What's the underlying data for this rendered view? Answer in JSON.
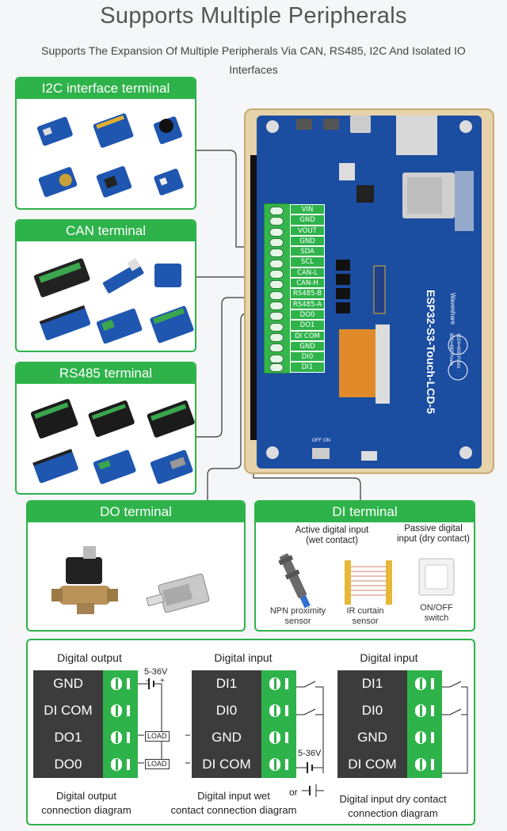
{
  "header": {
    "title": "Supports Multiple Peripherals",
    "subtitle": "Supports The Expansion Of Multiple Peripherals Via CAN, RS485, I2C And Isolated IO Interfaces"
  },
  "cards": {
    "i2c": "I2C interface terminal",
    "can": "CAN terminal",
    "rs485": "RS485 terminal",
    "do": "DO terminal",
    "di": "DI terminal"
  },
  "board": {
    "pins": [
      "VIN",
      "GND",
      "VOUT",
      "GND",
      "SDA",
      "SCL",
      "CAN-L",
      "CAN-H",
      "RS485-B",
      "RS485-A",
      "DO0",
      "DO1",
      "DI COM",
      "GND",
      "DI0",
      "DI1"
    ],
    "product": "ESP32-S3-Touch-LCD-5",
    "brand": "Waveshare",
    "res1": "800×480 Pixels",
    "res2": "1024×600 Pixels",
    "switch_off": "OFF",
    "switch_on": "ON"
  },
  "di_panel": {
    "active_title": "Active digital input\n(wet contact)",
    "passive_title": "Passive digital\ninput (dry contact)",
    "sensors": [
      {
        "label": "NPN proximity\nsensor"
      },
      {
        "label": "IR curtain\nsensor"
      },
      {
        "label": "ON/OFF\nswitch"
      }
    ]
  },
  "diagrams": {
    "output": {
      "title": "Digital output",
      "rows": [
        "GND",
        "DI COM",
        "DO1",
        "DO0"
      ],
      "voltage": "5-36V",
      "minus": "-",
      "plus": "+",
      "load1": "LOAD",
      "load2": "LOAD",
      "caption": "Digital output\nconnection diagram"
    },
    "wet": {
      "title": "Digital input",
      "rows": [
        "DI1",
        "DI0",
        "GND",
        "DI COM"
      ],
      "voltage": "5-36V",
      "or": "or",
      "caption": "Digital input wet\ncontact connection diagram"
    },
    "dry": {
      "title": "Digital input",
      "rows": [
        "DI1",
        "DI0",
        "GND",
        "DI COM"
      ],
      "caption": "Digital input dry contact\nconnection diagram"
    }
  },
  "colors": {
    "accent": "#2eb34a",
    "board": "#1b4da1",
    "terminal_dark": "#3c3c3c"
  }
}
